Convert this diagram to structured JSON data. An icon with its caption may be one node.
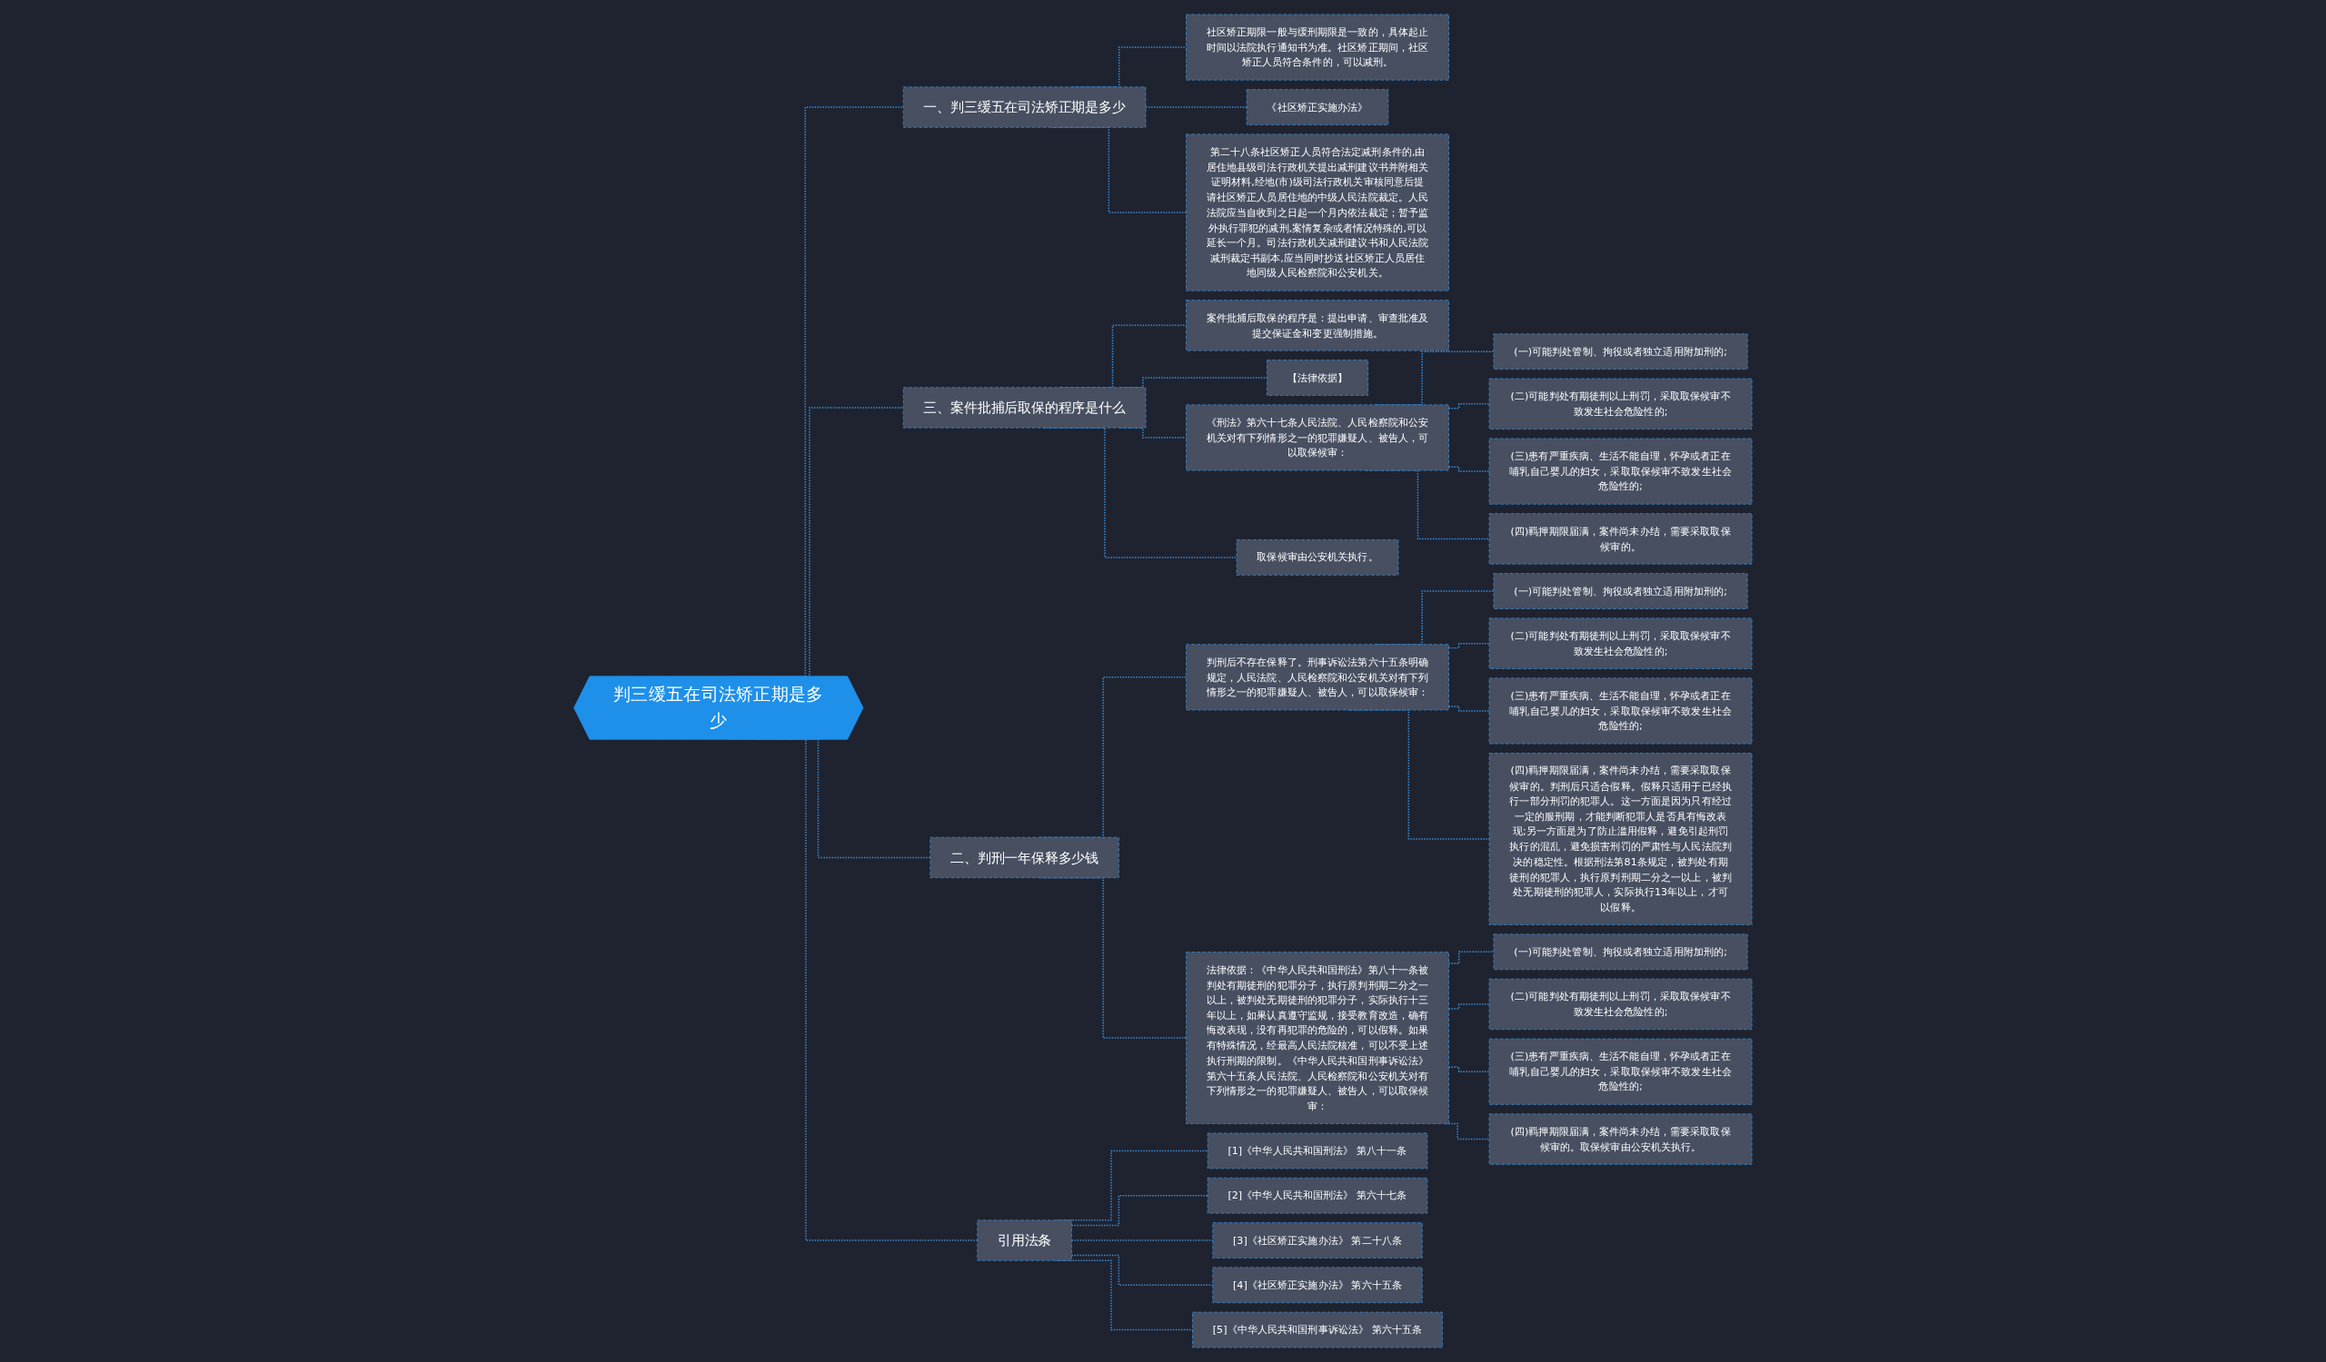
{
  "diagram": {
    "nodes": [
      {
        "text": [
          "判三缓五在司法矫正期是多少"
        ]
      },
      {
        "text": [
          "一、判三缓五在司法矫正期是多少"
        ]
      },
      {
        "text": [
          "社区矫正期限一般与缓刑期限是一致的，具体起止时间以法院执行通知书为准。社区矫正期间，社区矫正人员符合条件的，可以减刑。"
        ]
      },
      {
        "text": [
          "《社区矫正实施办法》"
        ]
      },
      {
        "text": [
          "第二十八条社区矫正人员符合法定减刑条件的,由居住地县级司法行政机关提出减刑建议书并附相关证明材料,经地(市)级司法行政机关审核同意后提请社区矫正人员居住地的中级人民法院裁定。人民法院应当自收到之日起一个月内依法裁定；暂予监外执行罪犯的减刑,案情复杂或者情况特殊的,可以延长一个月。司法行政机关减刑建议书和人民法院减刑裁定书副本,应当同时抄送社区矫正人员居住地同级人民检察院和公安机关。"
        ]
      },
      {
        "text": [
          "三、案件批捕后取保的程序是什么"
        ]
      },
      {
        "text": [
          "案件批捕后取保的程序是：提出申请、审查批准及提交保证金和变更强制措施。"
        ]
      },
      {
        "text": [
          "【法律依据】"
        ]
      },
      {
        "text": [
          "《刑法》第六十七条人民法院、人民检察院和公安机关对有下列情形之一的犯罪嫌疑人、被告人，可以取保候审："
        ]
      },
      {
        "text": [
          "(一)可能判处管制、拘役或者独立适用附加刑的;"
        ]
      },
      {
        "text": [
          "(二)可能判处有期徒刑以上刑罚，采取取保候审不致发生社会危险性的;"
        ]
      },
      {
        "text": [
          "(三)患有严重疾病、生活不能自理，怀孕或者正在哺乳自己婴儿的妇女，采取取保候审不致发生社会危险性的;"
        ]
      },
      {
        "text": [
          "(四)羁押期限届满，案件尚未办结，需要采取取保候审的。"
        ]
      },
      {
        "text": [
          "取保候审由公安机关执行。"
        ]
      },
      {
        "text": [
          "二、判刑一年保释多少钱"
        ]
      },
      {
        "text": [
          "判刑后不存在保释了。刑事诉讼法第六十五条明确规定，人民法院、人民检察院和公安机关对有下列情形之一的犯罪嫌疑人、被告人，可以取保候审："
        ]
      },
      {
        "text": [
          "(一)可能判处管制、拘役或者独立适用附加刑的;"
        ]
      },
      {
        "text": [
          "(二)可能判处有期徒刑以上刑罚，采取取保候审不致发生社会危险性的;"
        ]
      },
      {
        "text": [
          "(三)患有严重疾病、生活不能自理，怀孕或者正在哺乳自己婴儿的妇女，采取取保候审不致发生社会危险性的;"
        ]
      },
      {
        "text": [
          "(四)羁押期限届满，案件尚未办结，需要采取取保候审的。判刑后只适合假释。假释只适用于已经执行一部分刑罚的犯罪人。这一方面是因为只有经过一定的服刑期，才能判断犯罪人是否具有悔改表现;另一方面是为了防止滥用假释，避免引起刑罚执行的混乱，避免损害刑罚的严肃性与人民法院判决的稳定性。根据刑法第81条规定，被判处有期徒刑的犯罪人，执行原判刑期二分之一以上，被判处无期徒刑的犯罪人，实际执行13年以上，才可以假释。"
        ]
      },
      {
        "text": [
          "法律依据：《中华人民共和国刑法》第八十一条被判处有期徒刑的犯罪分子，执行原判刑期二分之一以上，被判处无期徒刑的犯罪分子，实际执行十三年以上，如果认真遵守监规，接受教育改造，确有悔改表现，没有再犯罪的危险的，可以假释。如果有特殊情况，经最高人民法院核准，可以不受上述执行刑期的限制。《中华人民共和国刑事诉讼法》第六十五条人民法院、人民检察院和公安机关对有下列情形之一的犯罪嫌疑人、被告人，可以取保候审："
        ]
      },
      {
        "text": [
          "(一)可能判处管制、拘役或者独立适用附加刑的;"
        ]
      },
      {
        "text": [
          "(二)可能判处有期徒刑以上刑罚，采取取保候审不致发生社会危险性的;"
        ]
      },
      {
        "text": [
          "(三)患有严重疾病、生活不能自理，怀孕或者正在哺乳自己婴儿的妇女，采取取保候审不致发生社会危险性的;"
        ]
      },
      {
        "text": [
          "(四)羁押期限届满，案件尚未办结，需要采取取保候审的。取保候审由公安机关执行。"
        ]
      },
      {
        "text": [
          "引用法条"
        ]
      },
      {
        "text": [
          "[1]《中华人民共和国刑法》 第八十一条"
        ]
      },
      {
        "text": [
          "[2]《中华人民共和国刑法》 第六十七条"
        ]
      },
      {
        "text": [
          "[3]《社区矫正实施办法》 第二十八条"
        ]
      },
      {
        "text": [
          "[4]《社区矫正实施办法》 第六十五条"
        ]
      },
      {
        "text": [
          "[5]《中华人民共和国刑事诉讼法》 第六十五条"
        ]
      }
    ],
    "edges": [
      {
        "from": 0,
        "to": 1,
        "arrow": "none",
        "style": "dashed"
      },
      {
        "from": 1,
        "to": 2,
        "arrow": "none",
        "style": "dashed"
      },
      {
        "from": 1,
        "to": 3,
        "arrow": "none",
        "style": "dashed"
      },
      {
        "from": 1,
        "to": 4,
        "arrow": "none",
        "style": "dashed"
      },
      {
        "from": 0,
        "to": 5,
        "arrow": "none",
        "style": "dashed"
      },
      {
        "from": 5,
        "to": 6,
        "arrow": "none",
        "style": "dashed"
      },
      {
        "from": 5,
        "to": 7,
        "arrow": "none",
        "style": "dashed"
      },
      {
        "from": 5,
        "to": 8,
        "arrow": "none",
        "style": "dashed"
      },
      {
        "from": 8,
        "to": 9,
        "arrow": "none",
        "style": "dashed"
      },
      {
        "from": 8,
        "to": 10,
        "arrow": "none",
        "style": "dashed"
      },
      {
        "from": 8,
        "to": 11,
        "arrow": "none",
        "style": "dashed"
      },
      {
        "from": 8,
        "to": 12,
        "arrow": "none",
        "style": "dashed"
      },
      {
        "from": 5,
        "to": 13,
        "arrow": "none",
        "style": "dashed"
      },
      {
        "from": 0,
        "to": 14,
        "arrow": "none",
        "style": "dashed"
      },
      {
        "from": 14,
        "to": 15,
        "arrow": "none",
        "style": "dashed"
      },
      {
        "from": 15,
        "to": 16,
        "arrow": "none",
        "style": "dashed"
      },
      {
        "from": 15,
        "to": 17,
        "arrow": "none",
        "style": "dashed"
      },
      {
        "from": 15,
        "to": 18,
        "arrow": "none",
        "style": "dashed"
      },
      {
        "from": 15,
        "to": 19,
        "arrow": "none",
        "style": "dashed"
      },
      {
        "from": 14,
        "to": 20,
        "arrow": "none",
        "style": "dashed"
      },
      {
        "from": 20,
        "to": 21,
        "arrow": "none",
        "style": "dashed"
      },
      {
        "from": 20,
        "to": 22,
        "arrow": "none",
        "style": "dashed"
      },
      {
        "from": 20,
        "to": 23,
        "arrow": "none",
        "style": "dashed"
      },
      {
        "from": 20,
        "to": 24,
        "arrow": "none",
        "style": "dashed"
      },
      {
        "from": 0,
        "to": 25,
        "arrow": "none",
        "style": "dashed"
      },
      {
        "from": 25,
        "to": 26,
        "arrow": "none",
        "style": "dashed"
      },
      {
        "from": 25,
        "to": 27,
        "arrow": "none",
        "style": "dashed"
      },
      {
        "from": 25,
        "to": 28,
        "arrow": "none",
        "style": "dashed"
      },
      {
        "from": 25,
        "to": 29,
        "arrow": "none",
        "style": "dashed"
      },
      {
        "from": 25,
        "to": 30,
        "arrow": "none",
        "style": "dashed"
      }
    ]
  }
}
